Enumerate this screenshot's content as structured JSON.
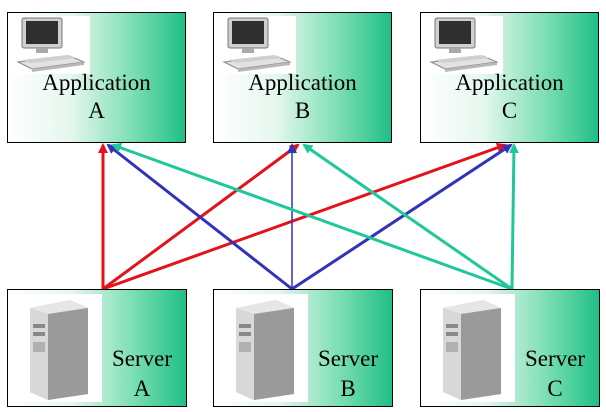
{
  "applications": [
    {
      "name": "Application",
      "letter": "A"
    },
    {
      "name": "Application",
      "letter": "B"
    },
    {
      "name": "Application",
      "letter": "C"
    }
  ],
  "servers": [
    {
      "name": "Server",
      "letter": "A"
    },
    {
      "name": "Server",
      "letter": "B"
    },
    {
      "name": "Server",
      "letter": "C"
    }
  ],
  "colors": {
    "server_a_links": "#e3121b",
    "server_b_links": "#3333b8",
    "server_c_links": "#1fc79a",
    "box_gradient_end": "#1fbf86"
  },
  "icons": {
    "application": "desktop-computer-icon",
    "server": "tower-server-icon"
  }
}
